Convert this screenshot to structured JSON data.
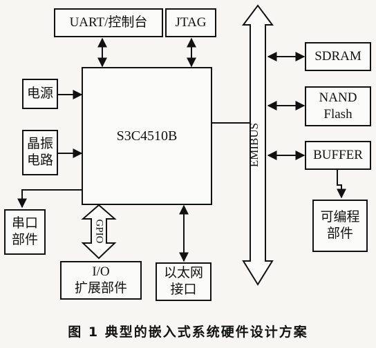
{
  "blocks": {
    "uart": "UART/控制台",
    "jtag": "JTAG",
    "cpu": "S3C4510B",
    "power": "电源",
    "crystal_1": "晶振",
    "crystal_2": "电路",
    "serial_1": "串口",
    "serial_2": "部件",
    "io_1": "I/O",
    "io_2": "扩展部件",
    "ethernet_1": "以太网",
    "ethernet_2": "接口",
    "sdram": "SDRAM",
    "nand_1": "NAND",
    "nand_2": "Flash",
    "buffer": "BUFFER",
    "prog_1": "可编程",
    "prog_2": "部件"
  },
  "buses": {
    "emibus": "EMIBUS",
    "gpio": "GPIO"
  },
  "caption": "图 1   典型的嵌入式系统硬件设计方案"
}
